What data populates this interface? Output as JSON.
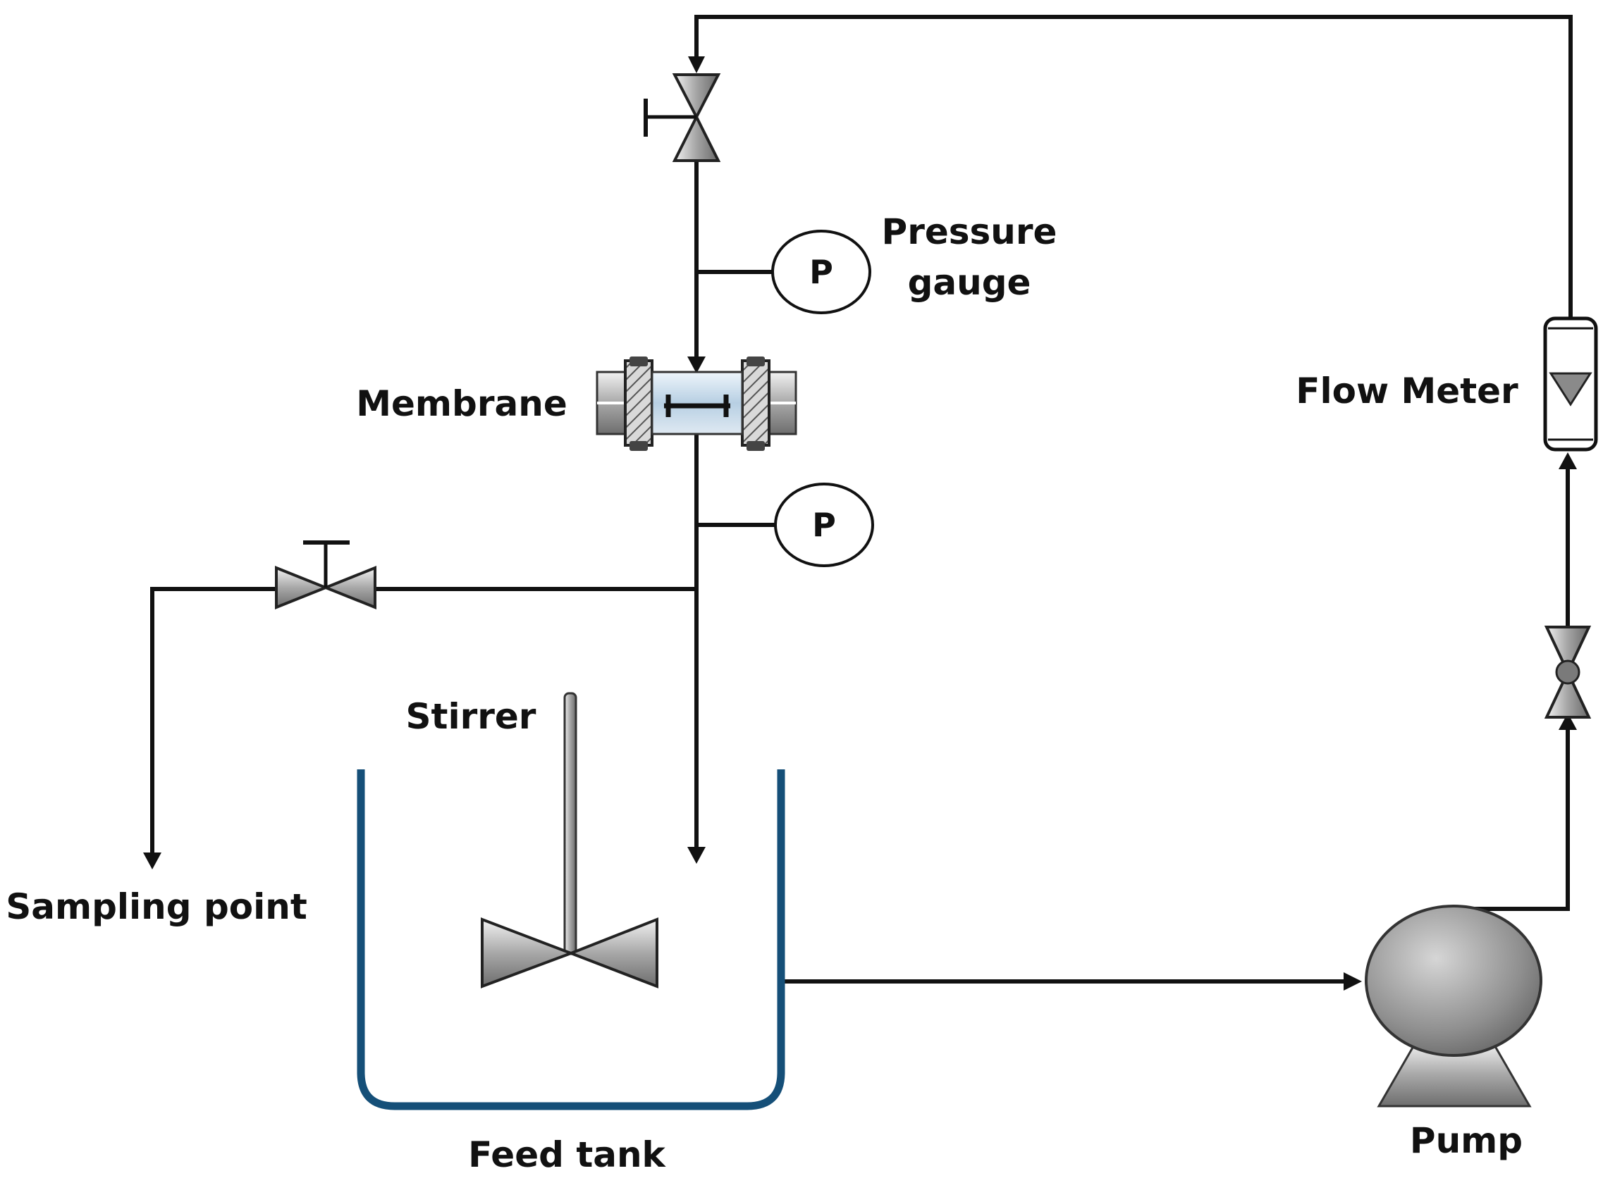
{
  "labels": {
    "pressure_gauge_line1": "Pressure",
    "pressure_gauge_line2": "gauge",
    "membrane": "Membrane",
    "flow_meter": "Flow Meter",
    "stirrer": "Stirrer",
    "sampling_point": "Sampling point",
    "feed_tank": "Feed tank",
    "pump": "Pump"
  },
  "gauges": {
    "upper_symbol": "P",
    "lower_symbol": "P"
  },
  "colors": {
    "pipe": "#111111",
    "tank": "#154f78",
    "equipment_gray": "#9a9a9a"
  }
}
